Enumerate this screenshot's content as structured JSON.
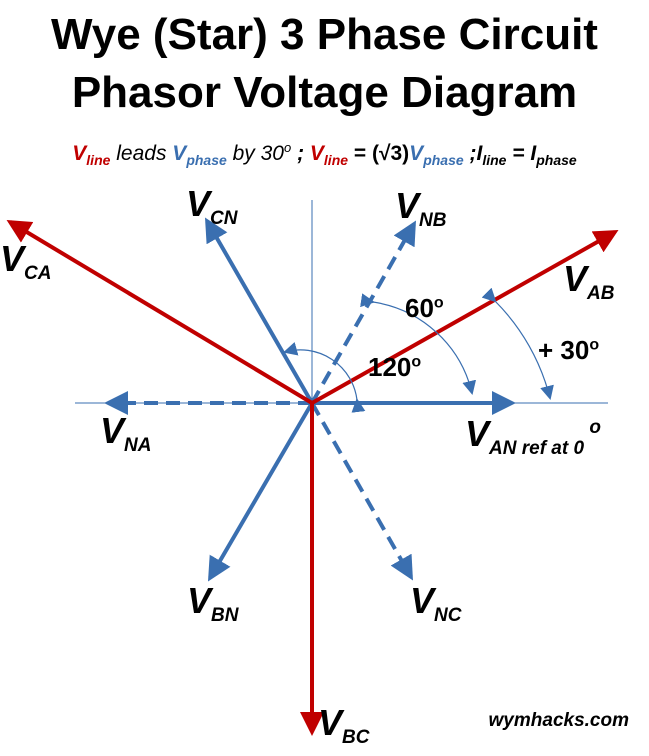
{
  "title": {
    "line1": "Wye (Star) 3 Phase Circuit",
    "line2": "Phasor Voltage Diagram"
  },
  "subtitle": {
    "v": "V",
    "line": "line",
    "phase": "phase",
    "leads": " leads ",
    "by": " by 30",
    "deg": "o",
    "semi": " ; ",
    "eq": " = (√3)",
    "semi2": " ;",
    "i": "I",
    "eq2": " = "
  },
  "labels": {
    "v": "V",
    "cn": "CN",
    "nb": "NB",
    "ca": "CA",
    "ab": "AB",
    "na": "NA",
    "an": "AN ref at 0 ",
    "an_deg": "o",
    "bn": "BN",
    "nc": "NC",
    "bc": "BC"
  },
  "angles": {
    "a60": "60",
    "a120": "120",
    "a30": "+ 30",
    "deg": "o"
  },
  "watermark": "wymhacks.com",
  "colors": {
    "line": "#c00000",
    "phase": "#3a6fb0"
  }
}
